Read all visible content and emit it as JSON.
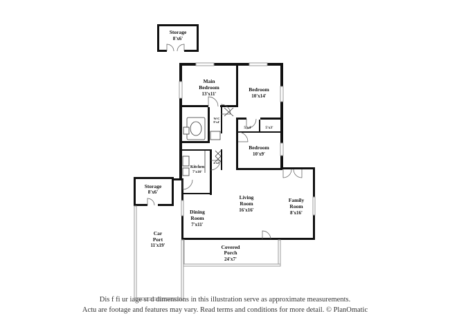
{
  "rooms": {
    "storage_top": {
      "name": "Storage",
      "dims": "8'x6'"
    },
    "main_bedroom": {
      "name_line1": "Main",
      "name_line2": "Bedroom",
      "dims": "13'x11'"
    },
    "bedroom_1": {
      "name": "Bedroom",
      "dims": "10'x14'"
    },
    "wic": {
      "name": "W/C",
      "dims": "8'x4'"
    },
    "closet_a": {
      "dims": "5'x4'"
    },
    "closet_b": {
      "dims": "5'x3'"
    },
    "bedroom_2": {
      "name": "Bedroom",
      "dims": "10'x9'"
    },
    "kitchen": {
      "name": "Kitchen",
      "dims": "7'x10'"
    },
    "pantry": {
      "dims": "4'x2'"
    },
    "storage_left": {
      "name": "Storage",
      "dims": "8'x6'"
    },
    "living_room": {
      "name": "Living",
      "name_line2": "Room",
      "dims": "16'x16'"
    },
    "family_room": {
      "name": "Family",
      "name_line2": "Room",
      "dims": "8'x16'"
    },
    "dining_room": {
      "name": "Dining",
      "name_line2": "Room",
      "dims": "7'x11'"
    },
    "car_port": {
      "name": "Car",
      "name_line2": "Port",
      "dims": "11'x19'"
    },
    "covered_porch": {
      "name": "Covered",
      "name_line2": "Porch",
      "dims": "24'x7'"
    }
  },
  "disclaimer": {
    "line1": "Dis       f     fi  ur  iage   st     d dimensions in this illustration serve as approximate measurements.",
    "line2": "Actu     are footage and features may vary. Read terms and conditions for more detail. © PlanOmatic"
  }
}
